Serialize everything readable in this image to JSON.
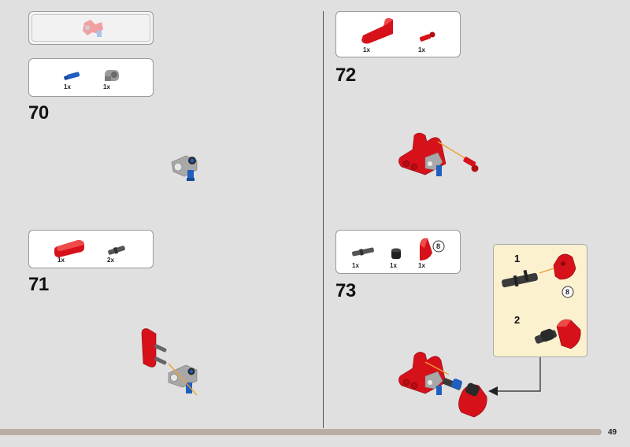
{
  "page": {
    "number": "49"
  },
  "steps": [
    {
      "number": "70",
      "parts": [
        {
          "qty": "1x",
          "part": "blue-axle-pin-icon"
        },
        {
          "qty": "1x",
          "part": "grey-connector-icon"
        }
      ]
    },
    {
      "number": "71",
      "parts": [
        {
          "qty": "1x",
          "part": "red-beam-icon"
        },
        {
          "qty": "2x",
          "part": "dark-pin-icon"
        }
      ]
    },
    {
      "number": "72",
      "parts": [
        {
          "qty": "1x",
          "part": "red-angled-beam-icon"
        },
        {
          "qty": "1x",
          "part": "red-axle-pin-icon"
        }
      ]
    },
    {
      "number": "73",
      "parts": [
        {
          "qty": "1x",
          "part": "dark-axle-icon"
        },
        {
          "qty": "1x",
          "part": "black-bush-icon"
        },
        {
          "qty": "1x",
          "part": "red-panel-icon"
        }
      ]
    }
  ],
  "panel_variant_badge": "8",
  "callout": {
    "sub_steps": [
      "1",
      "2"
    ],
    "badge": "8"
  },
  "colors": {
    "brick_red": "#d7111a",
    "light_grey": "#a8a8a8",
    "dark_grey": "#555555",
    "blue": "#1f5fbf",
    "arrow_orange": "#f0a030",
    "callout_bg": "#fbf1cf"
  }
}
